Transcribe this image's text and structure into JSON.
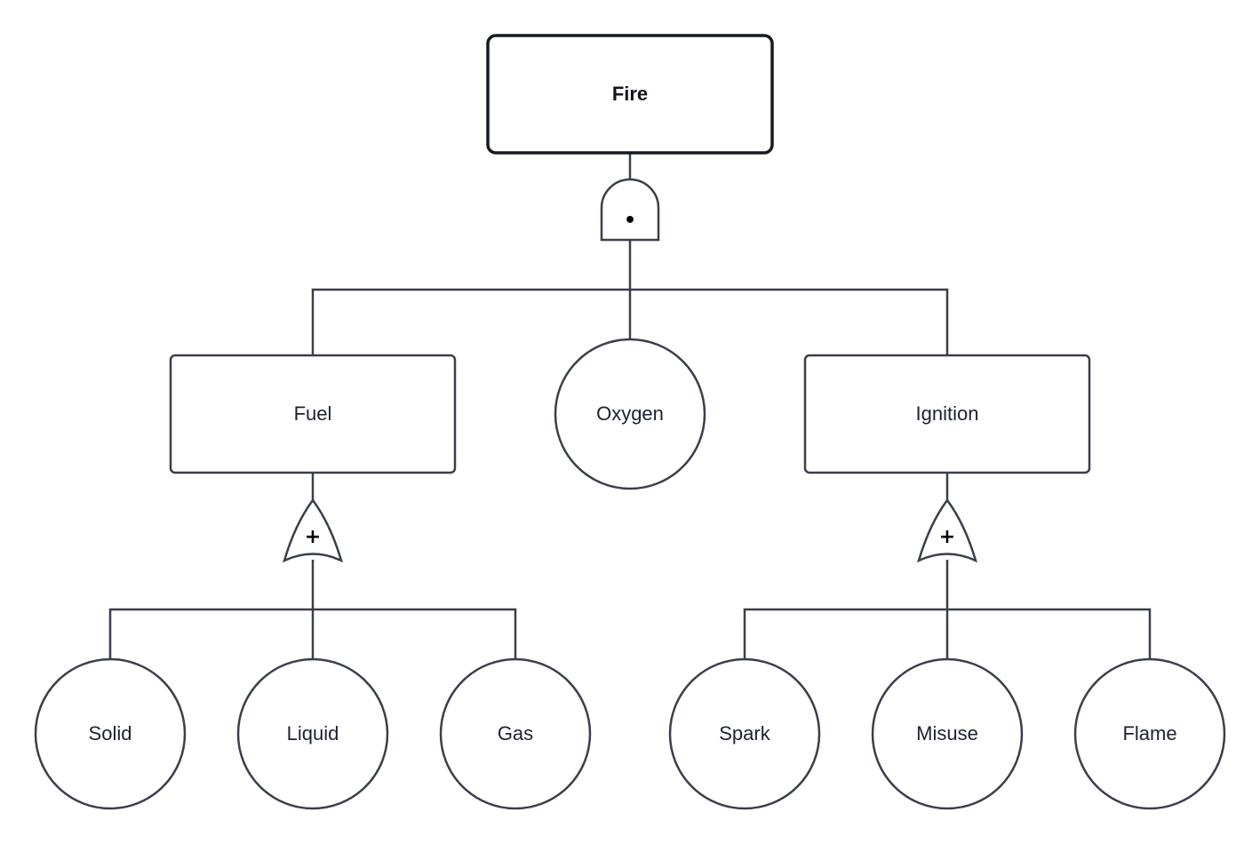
{
  "diagram": {
    "top_event": {
      "label": "Fire"
    },
    "and_gate": {
      "symbol": "•"
    },
    "intermediate": {
      "fuel": {
        "label": "Fuel"
      },
      "oxygen": {
        "label": "Oxygen"
      },
      "ignition": {
        "label": "Ignition"
      }
    },
    "or_gate_fuel": {
      "symbol": "+"
    },
    "or_gate_ignition": {
      "symbol": "+"
    },
    "basic_events": {
      "solid": {
        "label": "Solid"
      },
      "liquid": {
        "label": "Liquid"
      },
      "gas": {
        "label": "Gas"
      },
      "spark": {
        "label": "Spark"
      },
      "misuse": {
        "label": "Misuse"
      },
      "flame": {
        "label": "Flame"
      }
    },
    "colors": {
      "stroke": "#3a3f4b",
      "top_stroke": "#161a22",
      "background": "#ffffff"
    }
  }
}
